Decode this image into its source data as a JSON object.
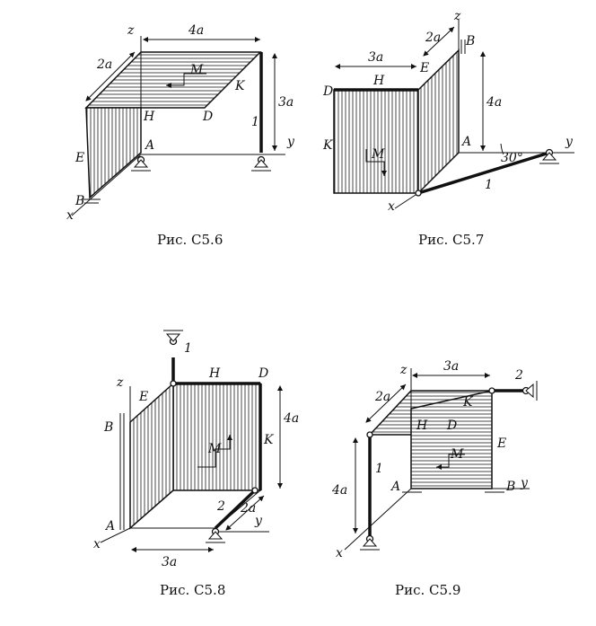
{
  "figures": [
    {
      "caption": "Рис. C5.6",
      "labels": {
        "z": "z",
        "x": "x",
        "y": "y",
        "A": "A",
        "B": "B",
        "D": "D",
        "E": "E",
        "H": "H",
        "K": "K",
        "M": "M",
        "rod": "1"
      },
      "dims": {
        "top": "4a",
        "side": "2a",
        "height": "3a"
      }
    },
    {
      "caption": "Рис. C5.7",
      "labels": {
        "z": "z",
        "x": "x",
        "y": "y",
        "A": "A",
        "B": "B",
        "D": "D",
        "E": "E",
        "H": "H",
        "K": "K",
        "M": "M",
        "rod": "1",
        "angle": "30°"
      },
      "dims": {
        "top": "3a",
        "side": "2a",
        "height": "4a"
      }
    },
    {
      "caption": "Рис. C5.8",
      "labels": {
        "z": "z",
        "x": "x",
        "y": "y",
        "A": "A",
        "B": "B",
        "D": "D",
        "E": "E",
        "H": "H",
        "K": "K",
        "M": "M",
        "rod1": "1",
        "rod2": "2"
      },
      "dims": {
        "bottom": "3a",
        "side": "2a",
        "height": "4a"
      }
    },
    {
      "caption": "Рис. C5.9",
      "labels": {
        "z": "z",
        "x": "x",
        "y": "y",
        "A": "A",
        "B": "B",
        "D": "D",
        "E": "E",
        "H": "H",
        "K": "K",
        "M": "M",
        "rod1": "1",
        "rod2": "2"
      },
      "dims": {
        "top": "3a",
        "side": "2a",
        "height": "4a"
      }
    }
  ]
}
